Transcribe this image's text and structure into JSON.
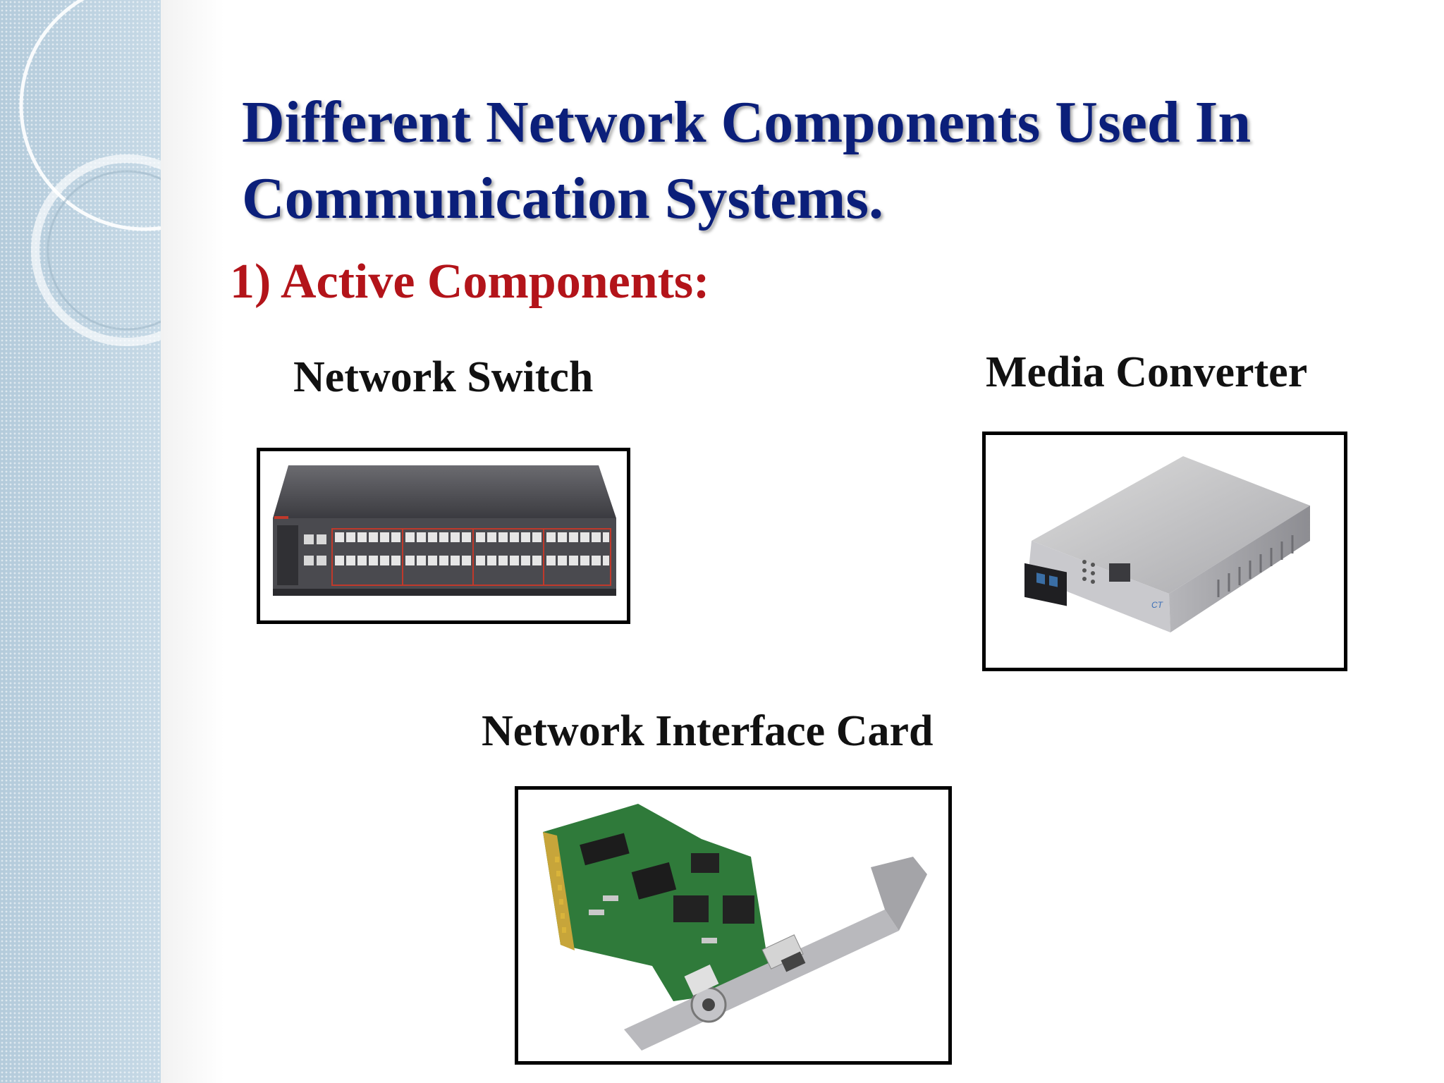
{
  "slide": {
    "title_line1": "Different Network Components Used In",
    "title_line2": "Communication Systems.",
    "subtitle": "1) Active Components:"
  },
  "items": [
    {
      "label": "Network Switch",
      "icon": "network-switch-photo"
    },
    {
      "label": "Media Converter",
      "icon": "media-converter-photo"
    },
    {
      "label": "Network Interface Card",
      "icon": "network-interface-card-photo"
    }
  ],
  "colors": {
    "title": "#0b1f7a",
    "subtitle": "#b3141a",
    "sidebar": "#bcd2e0"
  }
}
